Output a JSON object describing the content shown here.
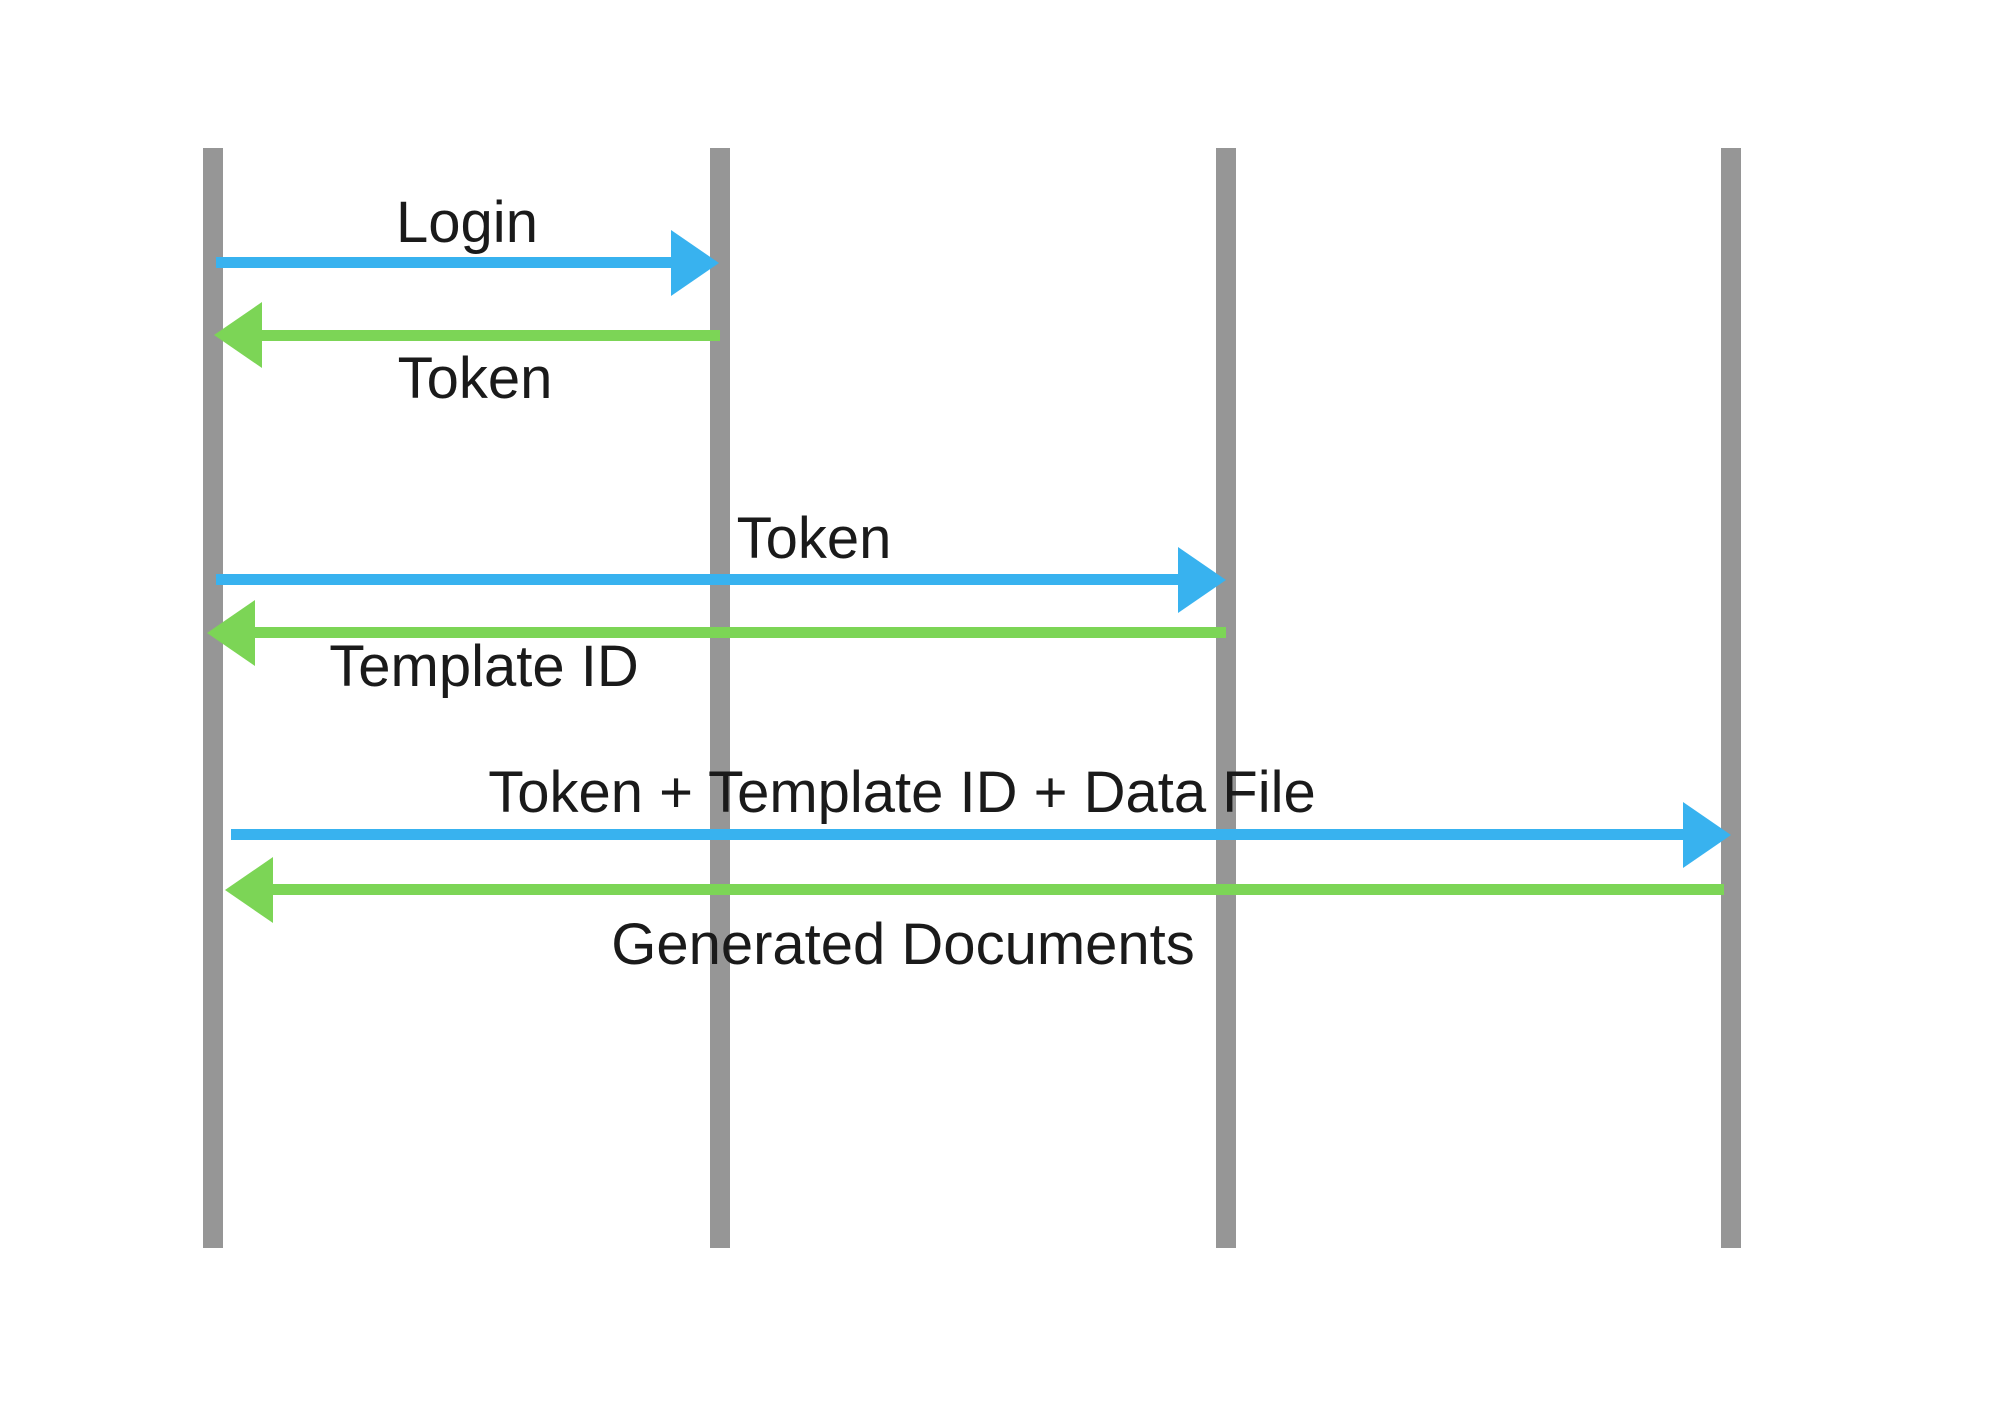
{
  "diagram": {
    "type": "sequence-diagram",
    "background_color": "#ffffff",
    "colors": {
      "lifeline": "#969696",
      "request_arrow": "#38B2EF",
      "response_arrow": "#7CD556",
      "label_text": "#1a1a1a"
    },
    "participants": [
      {
        "id": "lifeline-1"
      },
      {
        "id": "lifeline-2"
      },
      {
        "id": "lifeline-3"
      },
      {
        "id": "lifeline-4"
      }
    ],
    "messages": [
      {
        "label": "Login",
        "kind": "request",
        "direction": "right",
        "from": "lifeline-1",
        "to": "lifeline-2"
      },
      {
        "label": "Token",
        "kind": "response",
        "direction": "left",
        "from": "lifeline-2",
        "to": "lifeline-1"
      },
      {
        "label": "Token",
        "kind": "request",
        "direction": "right",
        "from": "lifeline-1",
        "to": "lifeline-3"
      },
      {
        "label": "Template ID",
        "kind": "response",
        "direction": "left",
        "from": "lifeline-3",
        "to": "lifeline-1"
      },
      {
        "label": "Token + Template ID + Data File",
        "kind": "request",
        "direction": "right",
        "from": "lifeline-1",
        "to": "lifeline-4"
      },
      {
        "label": "Generated Documents",
        "kind": "response",
        "direction": "left",
        "from": "lifeline-4",
        "to": "lifeline-1"
      }
    ]
  }
}
